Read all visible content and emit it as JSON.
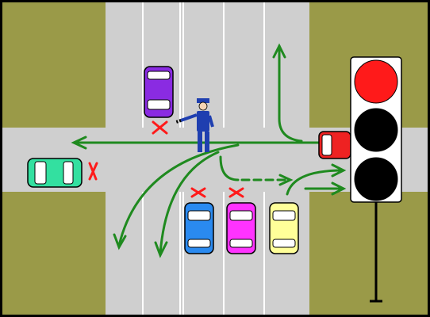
{
  "scene": {
    "type": "traffic-intersection-illustration",
    "colors": {
      "frame": "#000000",
      "grass": "#9a9a48",
      "road": "#cfcfcf",
      "lane_line": "#ffffff",
      "arrow": "#1f8a1f",
      "forbidden_mark": "#ff1a1a",
      "signal_housing": "#ffffff",
      "signal_red": "#ff1a1a",
      "signal_off": "#000000",
      "signal_post": "#000000"
    },
    "vehicles": [
      {
        "name": "purple-car",
        "color": "#8a2be2",
        "heading": "south",
        "forbidden": true
      },
      {
        "name": "green-car",
        "color": "#33e0a0",
        "heading": "east",
        "forbidden": true
      },
      {
        "name": "blue-car",
        "color": "#2a8af0",
        "heading": "north",
        "forbidden": true
      },
      {
        "name": "magenta-car",
        "color": "#ff33ff",
        "heading": "north",
        "forbidden": true
      },
      {
        "name": "yellow-car",
        "color": "#ffff99",
        "heading": "north",
        "forbidden": false
      },
      {
        "name": "red-car",
        "color": "#ee2222",
        "heading": "west",
        "forbidden": false
      }
    ],
    "traffic_light": {
      "lamps": [
        "red",
        "off",
        "off"
      ],
      "arrows_to_light_section": 2
    },
    "officer": {
      "role": "traffic-controller",
      "uniform_color": "#1f3fb0"
    },
    "icon_names": [
      "forbidden-x-icon",
      "direction-arrow-icon",
      "traffic-light-icon",
      "officer-icon",
      "car-icon"
    ]
  }
}
